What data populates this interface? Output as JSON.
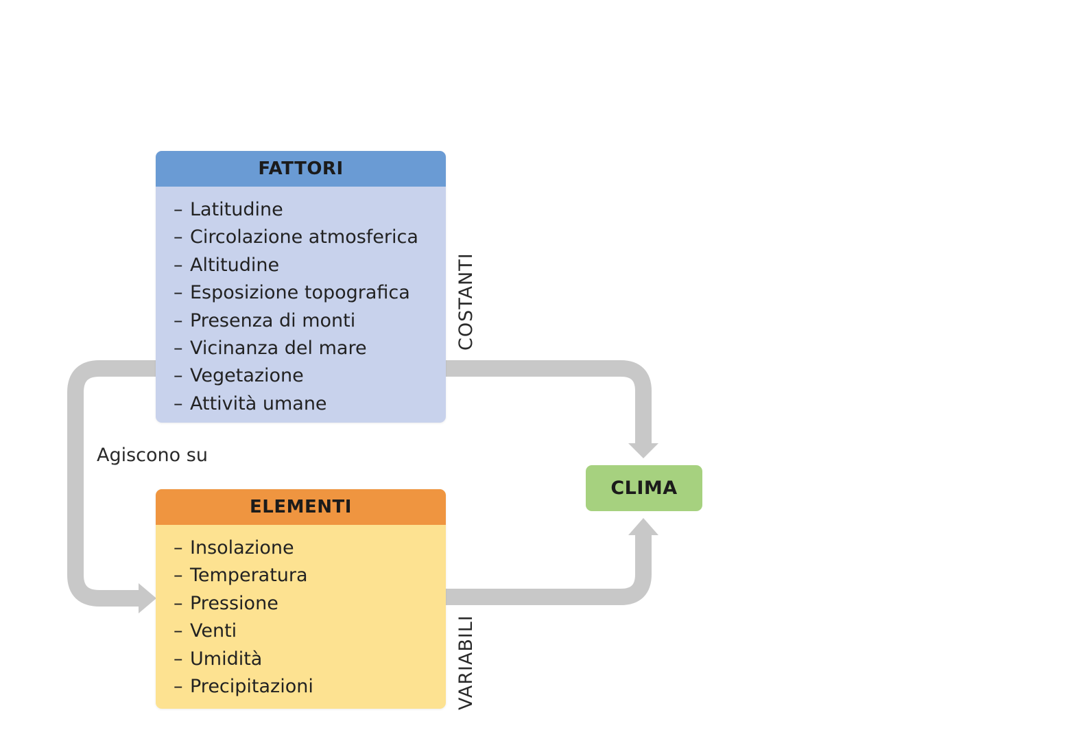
{
  "diagram": {
    "fattori": {
      "title": "FATTORI",
      "items": [
        "Latitudine",
        "Circolazione atmosferica",
        "Altitudine",
        "Esposizione topografica",
        "Presenza di monti",
        "Vicinanza del mare",
        "Vegetazione",
        "Attività umane"
      ]
    },
    "elementi": {
      "title": "ELEMENTI",
      "items": [
        "Insolazione",
        "Temperatura",
        "Pressione",
        "Venti",
        "Umidità",
        "Precipitazioni"
      ]
    },
    "clima": {
      "title": "CLIMA"
    },
    "labels": {
      "costanti": "COSTANTI",
      "variabili": "VARIABILI",
      "agiscono_su": "Agiscono su"
    },
    "bullet": "–",
    "colors": {
      "fattori_header": "#6a9bd4",
      "fattori_body": "#c8d2ec",
      "elementi_header": "#ef9540",
      "elementi_body": "#fde291",
      "clima": "#a6d17f",
      "connector": "#c8c8c8"
    }
  }
}
